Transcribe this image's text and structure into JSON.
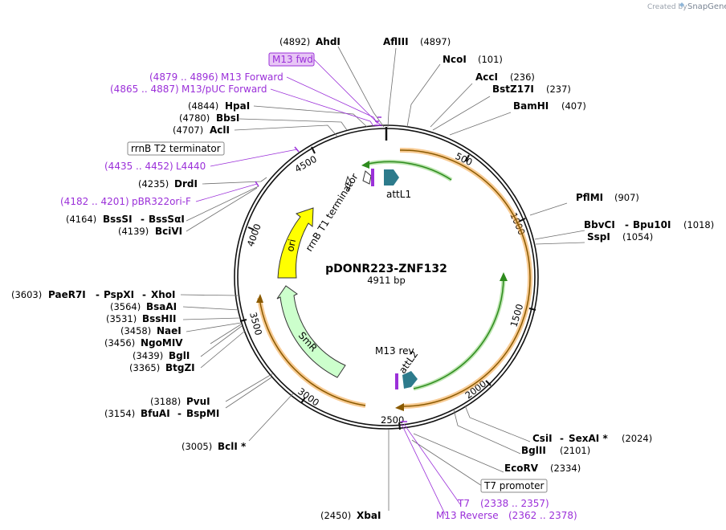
{
  "credit": {
    "prefix": "Created by",
    "brand": "SnapGene"
  },
  "plasmid": {
    "name": "pDONR223-ZNF132",
    "length": "4911 bp"
  },
  "ticks": {
    "t500": "500",
    "t1000": "1000",
    "t1500": "1500",
    "t2000": "2000",
    "t2500": "2500",
    "t3000": "3000",
    "t3500": "3500",
    "t4000": "4000",
    "t4500": "4500"
  },
  "features": {
    "attL1": "attL1",
    "attL2": "attL2",
    "m13rev": "M13 rev",
    "rrnB_T1": "rrnB T1 terminator",
    "ori": "ori",
    "SmR": "SmR"
  },
  "boxes": {
    "m13fwd": "M13 fwd",
    "rrnB_T2": "rrnB T2 terminator",
    "t7prom": "T7 promoter"
  },
  "enzymes": {
    "AhdI": {
      "name": "AhdI",
      "pos": "(4892)"
    },
    "AflIII": {
      "name": "AflIII",
      "pos": "(4897)"
    },
    "NcoI": {
      "name": "NcoI",
      "pos": "(101)"
    },
    "AccI": {
      "name": "AccI",
      "pos": "(236)"
    },
    "BstZ17I": {
      "name": "BstZ17I",
      "pos": "(237)"
    },
    "BamHI": {
      "name": "BamHI",
      "pos": "(407)"
    },
    "PflMI": {
      "name": "PflMI",
      "pos": "(907)"
    },
    "BbvCI": {
      "name": "BbvCI",
      "name2": "Bpu10I",
      "pos": "(1018)"
    },
    "SspI": {
      "name": "SspI",
      "pos": "(1054)"
    },
    "CsiI": {
      "name": "CsiI",
      "name2": "SexAI *",
      "pos": "(2024)"
    },
    "BglII": {
      "name": "BglII",
      "pos": "(2101)"
    },
    "EcoRV": {
      "name": "EcoRV",
      "pos": "(2334)"
    },
    "XbaI": {
      "name": "XbaI",
      "pos": "(2450)"
    },
    "BclI": {
      "name": "BclI *",
      "pos": "(3005)"
    },
    "BfuAI": {
      "name": "BfuAI",
      "name2": "BspMI",
      "pos": "(3154)"
    },
    "PvuI": {
      "name": "PvuI",
      "pos": "(3188)"
    },
    "BtgZI": {
      "name": "BtgZI",
      "pos": "(3365)"
    },
    "BglI": {
      "name": "BglI",
      "pos": "(3439)"
    },
    "NgoMIV": {
      "name": "NgoMIV",
      "pos": "(3456)"
    },
    "NaeI": {
      "name": "NaeI",
      "pos": "(3458)"
    },
    "BssHII": {
      "name": "BssHII",
      "pos": "(3531)"
    },
    "BsaAI": {
      "name": "BsaAI",
      "pos": "(3564)"
    },
    "PaeR7I": {
      "name": "PaeR7I",
      "name2": "PspXI",
      "name3": "XhoI",
      "pos": "(3603)"
    },
    "BciVI": {
      "name": "BciVI",
      "pos": "(4139)"
    },
    "BssSI": {
      "name": "BssSI",
      "name2": "BssSαI",
      "pos": "(4164)"
    },
    "DrdI": {
      "name": "DrdI",
      "pos": "(4235)"
    },
    "AclI": {
      "name": "AclI",
      "pos": "(4707)"
    },
    "BbsI": {
      "name": "BbsI",
      "pos": "(4780)"
    },
    "HpaI": {
      "name": "HpaI",
      "pos": "(4844)"
    }
  },
  "primers": {
    "M13Forward": {
      "range": "(4879 .. 4896)",
      "name": "M13 Forward"
    },
    "M13pUC": {
      "range": "(4865 .. 4887)",
      "name": "M13/pUC Forward"
    },
    "L4440": {
      "range": "(4435 .. 4452)",
      "name": "L4440"
    },
    "pBR322": {
      "range": "(4182 .. 4201)",
      "name": "pBR322ori-F"
    },
    "T7": {
      "name": "T7",
      "range": "(2338 .. 2357)"
    },
    "M13Reverse": {
      "name": "M13 Reverse",
      "range": "(2362 .. 2378)"
    }
  },
  "colors": {
    "orange": "#f2a13b",
    "green": "#2e8b1e",
    "yellow": "#ffff00",
    "smr": "#ccffcc",
    "attl": "#2d7b8c",
    "primer": "#9b30d9"
  }
}
